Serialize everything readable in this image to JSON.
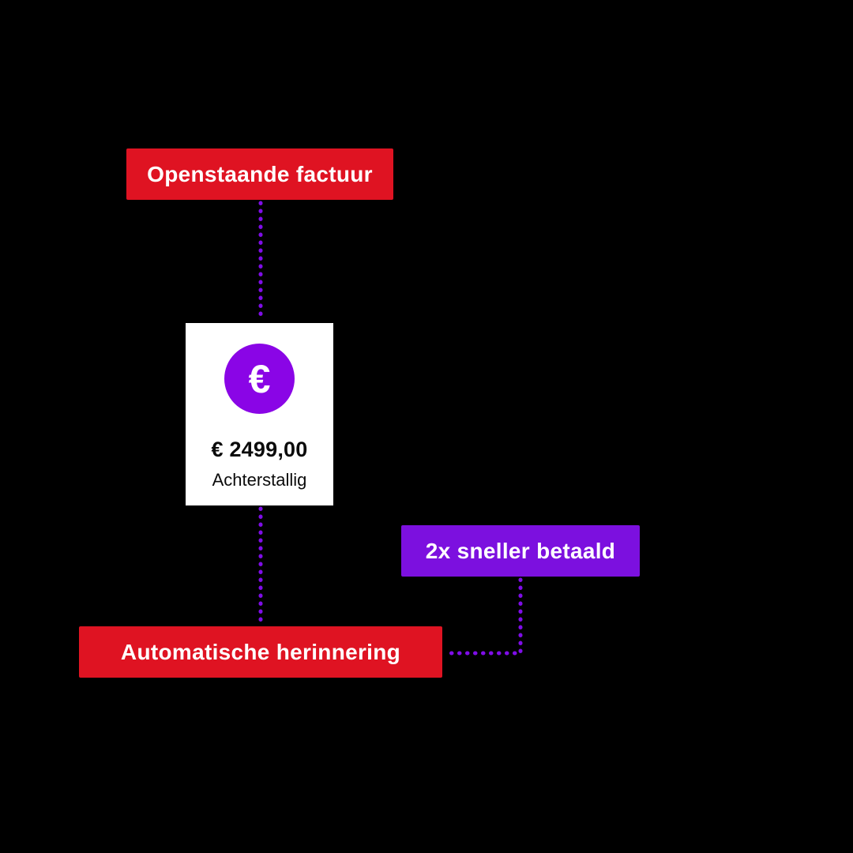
{
  "colors": {
    "background": "#000000",
    "red": "#DF1322",
    "purple": "#7C10DF",
    "euro_circle": "#8A05E6",
    "connector": "#7F0DE8",
    "card": "#FFFFFF",
    "label_text": "#FFFFFF",
    "amount_text": "#0B0B0B"
  },
  "labels": {
    "top": "Openstaande factuur",
    "benefit": "2x sneller betaald",
    "bottom": "Automatische herinnering"
  },
  "invoice_card": {
    "icon": "€",
    "amount": "€ 2499,00",
    "status": "Achterstallig"
  }
}
